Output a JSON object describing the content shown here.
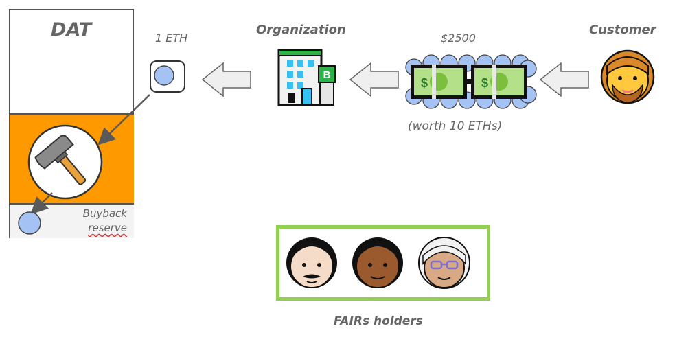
{
  "dat": {
    "title": "DAT",
    "reserve_label_line1": "Buyback",
    "reserve_label_line2": "reserve"
  },
  "flow": {
    "eth_label": "1 ETH",
    "organization_label": "Organization",
    "price_label": "$2500",
    "worth_label": "(worth 10 ETHs)",
    "customer_label": "Customer"
  },
  "holders": {
    "label": "FAIRs holders"
  },
  "colors": {
    "orange": "#ff9900",
    "eth_coin": "#a4c2f4",
    "holders_border": "#93d04f",
    "arrow_fill": "#efefef",
    "arrow_stroke": "#666666"
  },
  "icons": [
    "hammer-icon",
    "eth-coin-icon",
    "office-building-icon",
    "money-bills-icon",
    "customer-face-icon",
    "holder-face-icon"
  ]
}
